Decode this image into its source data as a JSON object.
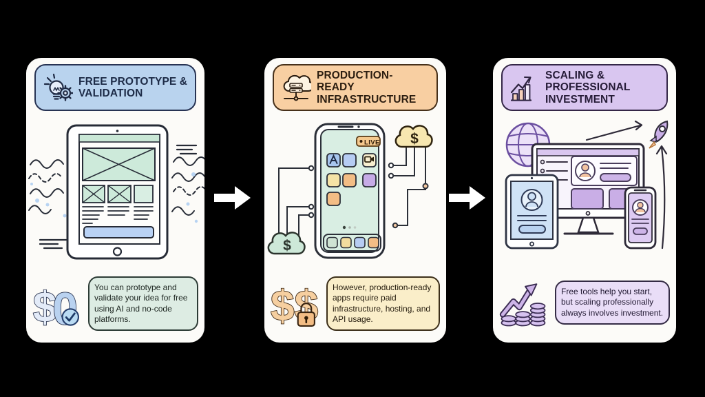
{
  "canvas": {
    "background": "#000000",
    "panel_background": "#fcfbf8",
    "flow_arrow_color": "#ffffff"
  },
  "panels": [
    {
      "id": "free-prototype-validation",
      "title": "FREE PROTOTYPE & VALIDATION",
      "header_icon": "lightbulb-gear-icon",
      "caption": "You can prototype and validate your idea for free using AI and no-code platforms.",
      "cost_dollar": "$",
      "cost_zero": "0",
      "cost_icon": "zero-cost-check-icon",
      "colors": {
        "header_bg": "#b9d3ee",
        "header_border": "#273353",
        "header_text": "#1d2b47",
        "caption_bg": "#ddece3",
        "caption_border": "#2c3b35",
        "caption_text": "#1c2520",
        "accent": "#b9d2f4",
        "mint": "#c9e7d6"
      }
    },
    {
      "id": "production-ready-infrastructure",
      "title": "PRODUCTION-READY INFRASTRUCTURE",
      "header_icon": "cloud-server-icon",
      "caption": "However, production-ready apps require paid infrastructure, hosting, and API usage.",
      "cost": "$$",
      "cost_icon": "paid-lock-icon",
      "live_label": "LIVE",
      "cloud_dollar_left": "$",
      "cloud_dollar_right": "$",
      "colors": {
        "header_bg": "#f8cfa2",
        "header_border": "#46301a",
        "header_text": "#2b1d10",
        "caption_bg": "#faeec9",
        "caption_border": "#3c2f1a",
        "caption_text": "#251c0e",
        "accent": "#f3bd85",
        "mint": "#d9eee3"
      }
    },
    {
      "id": "scaling-professional-investment",
      "title": "SCALING & PROFESSIONAL INVESTMENT",
      "header_icon": "growth-chart-icon",
      "caption": "Free tools help you start, but scaling professionally always involves investment.",
      "cost_icon": "investment-coins-arrow-icon",
      "colors": {
        "header_bg": "#d9c6f0",
        "header_border": "#342647",
        "header_text": "#261c38",
        "caption_bg": "#e9ddf7",
        "caption_border": "#342b45",
        "caption_text": "#201831",
        "accent": "#c9aee6",
        "mint": "#e9def7"
      }
    }
  ]
}
